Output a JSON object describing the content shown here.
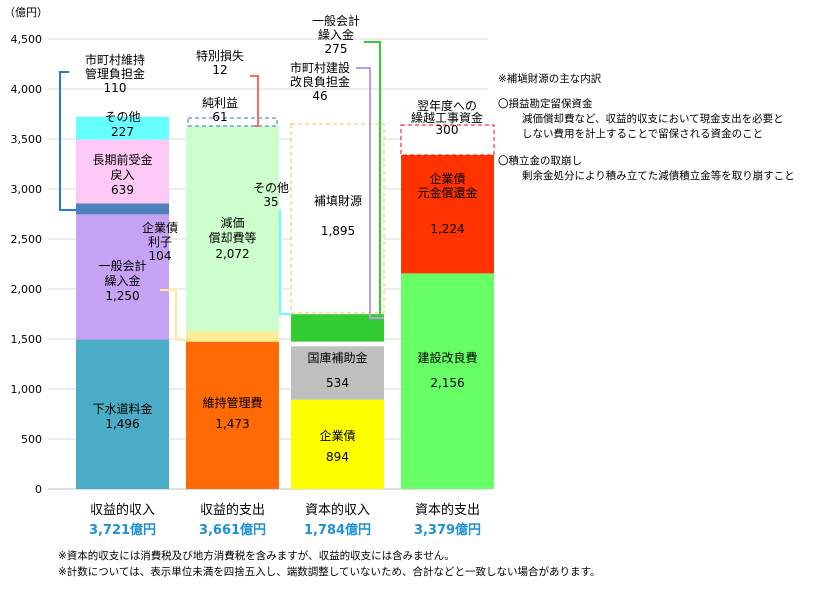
{
  "chart_data": {
    "type": "bar",
    "stacked": true,
    "unit_label": "（億円）",
    "ylim": [
      0,
      4500
    ],
    "yticks": [
      "0",
      "500",
      "1,000",
      "1,500",
      "2,000",
      "2,500",
      "3,000",
      "3,500",
      "4,000",
      "4,500"
    ],
    "grid": true,
    "categories": [
      "収益的収入",
      "収益的支出",
      "資本的収入",
      "資本的支出"
    ],
    "totals": [
      "3,721億円",
      "3,661億円",
      "1,784億円",
      "3,379億円"
    ],
    "totals_color": "#1e90d6",
    "bars": [
      {
        "category": "収益的収入",
        "segments": [
          {
            "name": "下水道料金",
            "value": 1496,
            "display": "1,496",
            "color": "#4bacc6",
            "label_lines": [
              "下水道料金",
              "1,496"
            ],
            "label_pos": "inside"
          },
          {
            "name": "一般会計繰入金",
            "value": 1250,
            "display": "1,250",
            "color": "#c6a2f5",
            "label_lines": [
              "一般会計",
              "繰入金",
              "1,250"
            ],
            "label_pos": "inside"
          },
          {
            "name": "市町村維持管理負担金",
            "value": 110,
            "display": "110",
            "color": "#4f81bd",
            "label_lines": [],
            "label_pos": "callout"
          },
          {
            "name": "長期前受金戻入",
            "value": 639,
            "display": "639",
            "color": "#fcc8f6",
            "label_lines": [
              "長期前受金",
              "戻入",
              "639"
            ],
            "label_pos": "inside"
          },
          {
            "name": "その他",
            "value": 227,
            "display": "227",
            "color": "#66ffff",
            "label_lines": [
              "その他",
              "227"
            ],
            "label_pos": "inside"
          }
        ]
      },
      {
        "category": "収益的支出",
        "segments": [
          {
            "name": "維持管理費",
            "value": 1473,
            "display": "1,473",
            "color": "#ff6a05",
            "label_lines": [
              "維持管理費",
              "1,473"
            ],
            "label_pos": "inside"
          },
          {
            "name": "企業債利子",
            "value": 104,
            "display": "104",
            "color": "#ffea96",
            "label_lines": [],
            "label_pos": "callout"
          },
          {
            "name": "減価償却費等",
            "value": 2072,
            "display": "2,072",
            "color": "#ccffcc",
            "label_lines": [
              "減価",
              "償却費等",
              "2,072"
            ],
            "label_pos": "inside"
          },
          {
            "name": "特別損失",
            "value": 12,
            "display": "12",
            "color": "#ffffff",
            "label_lines": [],
            "label_pos": "callout"
          }
        ]
      },
      {
        "category": "資本的収入",
        "segments": [
          {
            "name": "企業債",
            "value": 894,
            "display": "894",
            "color": "#ffff00",
            "label_lines": [
              "企業債",
              "894"
            ],
            "label_pos": "inside"
          },
          {
            "name": "国庫補助金",
            "value": 534,
            "display": "534",
            "color": "#bfbfbf",
            "label_lines": [
              "国庫補助金",
              "534"
            ],
            "label_pos": "inside"
          },
          {
            "name": "市町村建設改良負担金",
            "value": 46,
            "display": "46",
            "color": "#ffffff",
            "label_lines": [],
            "label_pos": "callout"
          },
          {
            "name": "一般会計繰入金",
            "value": 275,
            "display": "275",
            "color": "#33cc33",
            "label_lines": [],
            "label_pos": "callout"
          },
          {
            "name": "その他",
            "value": 35,
            "display": "35",
            "color": "#ffffff",
            "label_lines": [],
            "label_pos": "callout"
          }
        ]
      },
      {
        "category": "資本的支出",
        "segments": [
          {
            "name": "建設改良費",
            "value": 2156,
            "display": "2,156",
            "color": "#66ff66",
            "label_lines": [
              "建設改良費",
              "2,156"
            ],
            "label_pos": "inside"
          },
          {
            "name": "企業債元金償還金",
            "value": 1224,
            "display": "1,224",
            "color": "#ff3300",
            "label_lines": [
              "企業債",
              "元金償還金",
              "1,224"
            ],
            "label_pos": "inside"
          }
        ]
      }
    ],
    "dashed_boxes": [
      {
        "name": "純利益",
        "value": 61,
        "display": "61",
        "bar_index": 1,
        "stroke": "#2e75d1"
      },
      {
        "name": "補填財源",
        "value": 1895,
        "display": "1,895",
        "bar_index": 2,
        "stroke": "#f5c04a"
      },
      {
        "name": "翌年度への繰越工事資金",
        "value": 300,
        "display": "300",
        "bar_index": 3,
        "stroke": "#ff0000"
      }
    ],
    "callouts": {
      "muni_maint": [
        "市町村維持",
        "管理負担金",
        "110"
      ],
      "special_loss": [
        "特別損失",
        "12"
      ],
      "net_profit": [
        "純利益",
        "61"
      ],
      "bond_interest": [
        "企業債",
        "利子",
        "104"
      ],
      "gen_account": [
        "一般会計",
        "繰入金",
        "275"
      ],
      "muni_construction": [
        "市町村建設",
        "改良負担金",
        "46"
      ],
      "other_35": [
        "その他",
        "35"
      ],
      "hoten": [
        "補填財源",
        "1,895"
      ],
      "carryover": [
        "翌年度への",
        "繰越工事資金",
        "300"
      ]
    }
  },
  "notes": {
    "title": "※補塡財源の主な内訳",
    "item1_head": "〇損益勘定留保資金",
    "item1_body1": "減価償却費など、収益的収支において現金支出を必要と",
    "item1_body2": "しない費用を計上することで留保される資金のこと",
    "item2_head": "〇積立金の取崩し",
    "item2_body": "剰余金処分により積み立てた減債積立金等を取り崩すこと"
  },
  "footnotes": {
    "line1": "※資本的収支には消費税及び地方消費税を含みますが、収益的収支には含みません。",
    "line2": "※計数については、表示単位未満を四捨五入し、端数調整していないため、合計などと一致しない場合があります。"
  }
}
